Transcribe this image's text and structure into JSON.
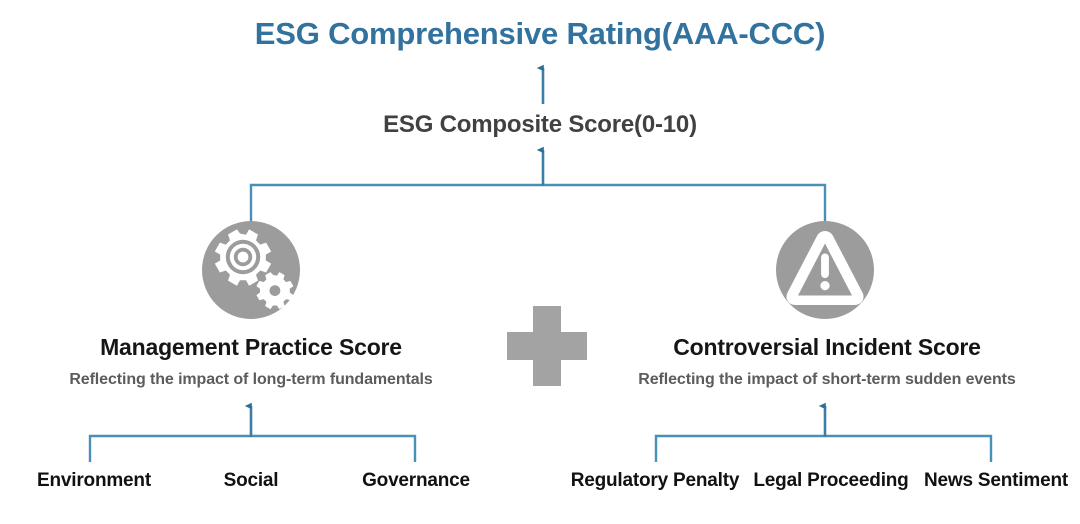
{
  "diagram": {
    "type": "hierarchy",
    "title": "ESG Comprehensive Rating(AAA-CCC)",
    "composite_score": "ESG Composite Score(0-10)",
    "operator": "plus",
    "colors": {
      "title_blue": "#31729e",
      "connector_blue": "#4a8fb5",
      "arrow_blue": "#2e6f96",
      "icon_circle_gray": "#9c9c9c",
      "plus_gray": "#a0a0a0",
      "heading_dark": "#161616",
      "subtext_gray": "#5c5c5c",
      "background": "#ffffff"
    },
    "branches": [
      {
        "id": "management-practice",
        "icon": "gears-icon",
        "title": "Management Practice Score",
        "subtitle": "Reflecting the impact of long-term fundamentals",
        "leaves": [
          "Environment",
          "Social",
          "Governance"
        ]
      },
      {
        "id": "controversial-incident",
        "icon": "warning-triangle-icon",
        "title": "Controversial Incident Score",
        "subtitle": "Reflecting the impact of short-term sudden events",
        "leaves": [
          "Regulatory Penalty",
          "Legal Proceeding",
          "News Sentiment"
        ]
      }
    ]
  }
}
